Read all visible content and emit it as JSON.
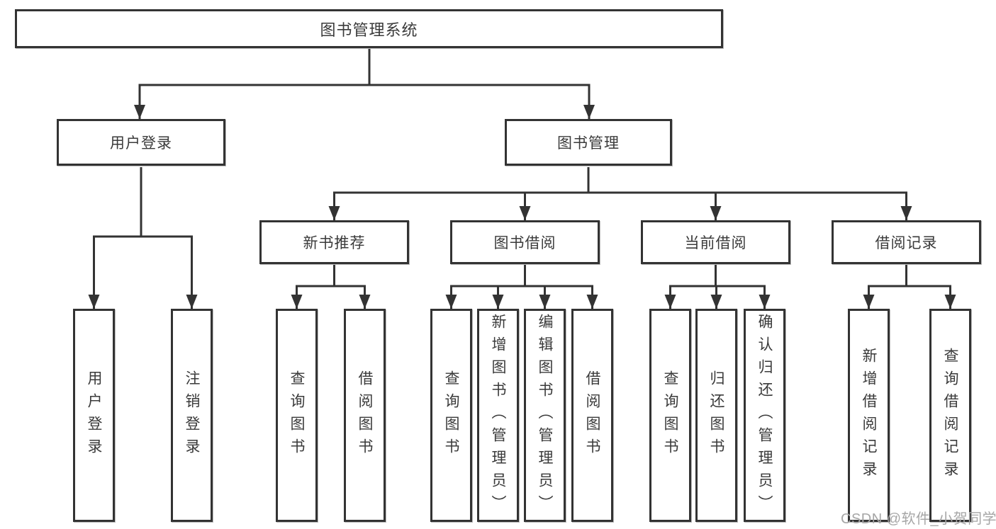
{
  "tree": {
    "label": "图书管理系统",
    "children": [
      {
        "label": "用户登录",
        "children": [
          {
            "label": "用户登录"
          },
          {
            "label": "注销登录"
          }
        ]
      },
      {
        "label": "图书管理",
        "children": [
          {
            "label": "新书推荐",
            "children": [
              {
                "label": "查询图书"
              },
              {
                "label": "借阅图书"
              }
            ]
          },
          {
            "label": "图书借阅",
            "children": [
              {
                "label": "查询图书"
              },
              {
                "label": "新增图书（管理员）"
              },
              {
                "label": "编辑图书（管理员）"
              },
              {
                "label": "借阅图书"
              }
            ]
          },
          {
            "label": "当前借阅",
            "children": [
              {
                "label": "查询图书"
              },
              {
                "label": "归还图书"
              },
              {
                "label": "确认归还（管理员）"
              }
            ]
          },
          {
            "label": "借阅记录",
            "children": [
              {
                "label": "新增借阅记录"
              },
              {
                "label": "查询借阅记录"
              }
            ]
          }
        ]
      }
    ]
  },
  "watermark": {
    "text": "CSDN @软件_小贺同学"
  },
  "colors": {
    "line": "#333333",
    "box_border": "#333333",
    "text": "#3a3a3a",
    "watermark": "#a6a6a6",
    "background": "#ffffff"
  }
}
